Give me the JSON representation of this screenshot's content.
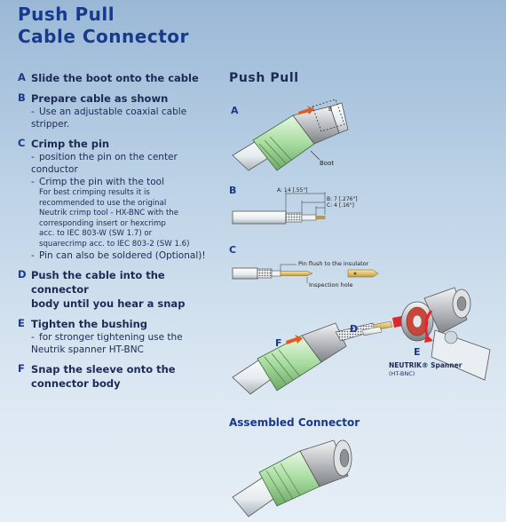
{
  "title": {
    "line1": "Push Pull",
    "line2": "Cable Connector"
  },
  "steps": [
    {
      "letter": "A",
      "text": "Slide the boot onto the cable"
    },
    {
      "letter": "B",
      "text": "Prepare cable as shown",
      "sub1": "Use an adjustable coaxial cable",
      "sub1b": "stripper."
    },
    {
      "letter": "C",
      "text": "Crimp the pin",
      "sub1": "position the pin on the center",
      "sub1b": "conductor",
      "sub2": "Crimp the pin with the tool",
      "note1": "For best crimping results it is",
      "note2": "recommended to use the original",
      "note3": "Neutrik crimp tool - HX-BNC with the",
      "note4": "corresponding insert or hexcrimp",
      "note5": "acc. to IEC 803-W (SW 1.7) or",
      "note6": "squarecrimp acc. to IEC 803-2 (SW 1.6)",
      "sub3": "Pin can also be soldered (Optional)!"
    },
    {
      "letter": "D",
      "text": "Push the cable into the connector",
      "text2": "body until you hear a snap"
    },
    {
      "letter": "E",
      "text": "Tighten the bushing",
      "sub1": "for stronger tightening use the",
      "sub1b": "Neutrik spanner HT-BNC"
    },
    {
      "letter": "F",
      "text": "Snap the sleeve onto the",
      "text2": "connector body"
    }
  ],
  "figures": {
    "title": "Push Pull",
    "a": {
      "label": "A",
      "boot": "Boot",
      "b": "B"
    },
    "b": {
      "label": "B",
      "dimA": "A: 14 [.55\"]",
      "dimB": "B: 7 [.276\"]",
      "dimC": "C: 4 [.16\"]"
    },
    "c": {
      "label": "C",
      "flush": "Pin flush to the insulator",
      "hole": "Inspection hole"
    },
    "def": {
      "d": "D",
      "e": "E",
      "f": "F",
      "spanner": "NEUTRIK® Spanner",
      "spanner_sub": "(HT-BNC)"
    },
    "assembled": "Assembled Connector"
  }
}
